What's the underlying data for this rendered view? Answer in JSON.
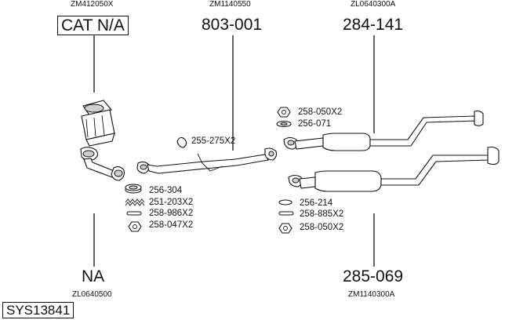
{
  "groups": {
    "top_left": {
      "ref": "ZM412050X",
      "part": "CAT N/A"
    },
    "top_mid": {
      "ref": "ZM1140550",
      "part": "803-001"
    },
    "top_right": {
      "ref": "ZL0640300A",
      "part": "284-141"
    },
    "bottom_left": {
      "ref": "ZL0640500",
      "part": "NA"
    },
    "bottom_right": {
      "ref": "ZM1140300A",
      "part": "285-069"
    }
  },
  "accessories": {
    "mid": [
      "255-275X2"
    ],
    "left": [
      "256-304",
      "251-203X2",
      "258-986X2",
      "258-047X2"
    ],
    "upper_right": [
      "258-050X2",
      "256-071"
    ],
    "lower_right": [
      "256-214",
      "258-885X2",
      "258-050X2"
    ]
  },
  "system_id": "SYS13841"
}
